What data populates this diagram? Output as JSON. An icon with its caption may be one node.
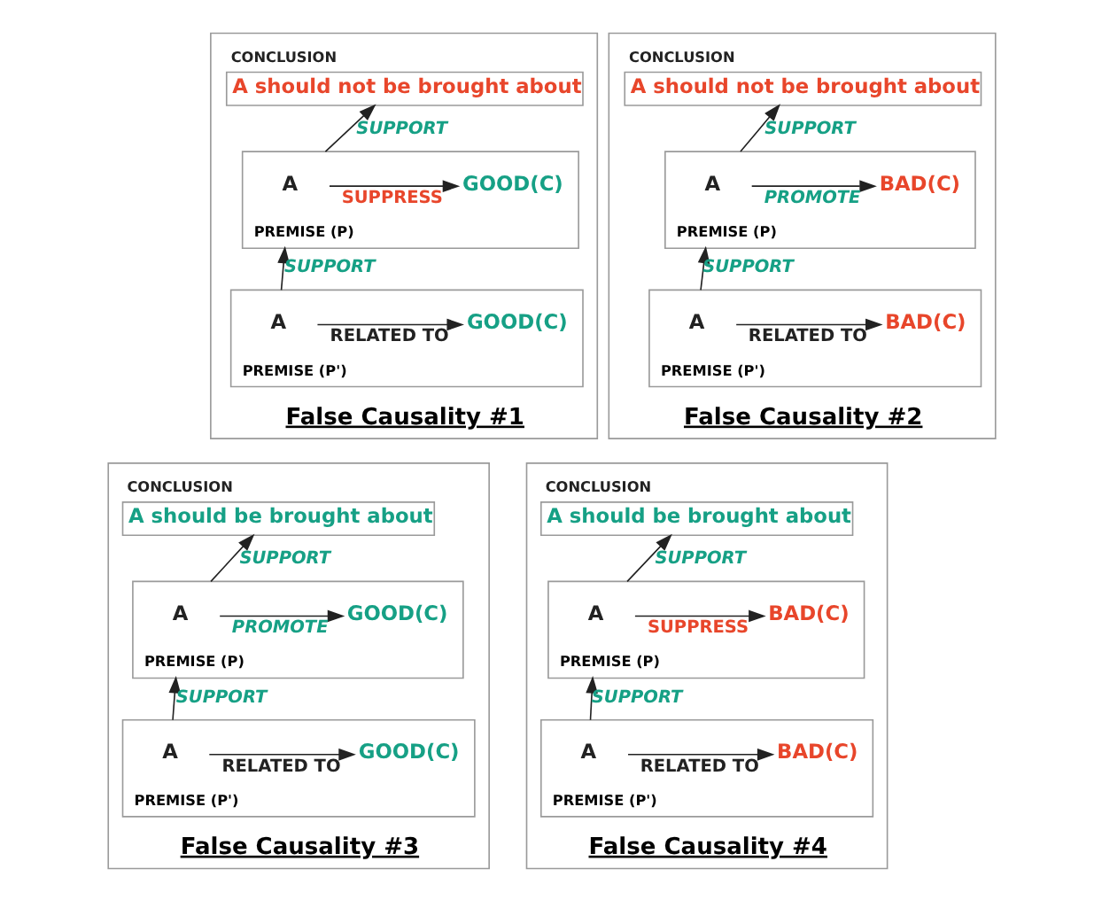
{
  "diagram": {
    "nodes": [
      {
        "text": [
          "False Causality #1"
        ]
      },
      {
        "text": [
          "CONCLUSION",
          "A should not be brought about"
        ],
        "in": 0
      },
      {
        "text": [
          "PREMISE (P)"
        ],
        "in": 0
      },
      {
        "text": [
          "A"
        ],
        "in": 2
      },
      {
        "text": [
          "GOOD(C)"
        ],
        "in": 2
      },
      {
        "text": [
          "PREMISE (P')"
        ],
        "in": 0
      },
      {
        "text": [
          "A"
        ],
        "in": 5
      },
      {
        "text": [
          "GOOD(C)"
        ],
        "in": 5
      },
      {
        "text": [
          "False Causality #2"
        ]
      },
      {
        "text": [
          "CONCLUSION",
          "A should not be brought about"
        ],
        "in": 8
      },
      {
        "text": [
          "PREMISE (P)"
        ],
        "in": 8
      },
      {
        "text": [
          "A"
        ],
        "in": 10
      },
      {
        "text": [
          "BAD(C)"
        ],
        "in": 10
      },
      {
        "text": [
          "PREMISE (P')"
        ],
        "in": 8
      },
      {
        "text": [
          "A"
        ],
        "in": 13
      },
      {
        "text": [
          "BAD(C)"
        ],
        "in": 13
      },
      {
        "text": [
          "False Causality #3"
        ]
      },
      {
        "text": [
          "CONCLUSION",
          "A should be brought about"
        ],
        "in": 16
      },
      {
        "text": [
          "PREMISE (P)"
        ],
        "in": 16
      },
      {
        "text": [
          "A"
        ],
        "in": 18
      },
      {
        "text": [
          "GOOD(C)"
        ],
        "in": 18
      },
      {
        "text": [
          "PREMISE (P')"
        ],
        "in": 16
      },
      {
        "text": [
          "A"
        ],
        "in": 21
      },
      {
        "text": [
          "GOOD(C)"
        ],
        "in": 21
      },
      {
        "text": [
          "False Causality #4"
        ]
      },
      {
        "text": [
          "CONCLUSION",
          "A should be brought about"
        ],
        "in": 24
      },
      {
        "text": [
          "PREMISE (P)"
        ],
        "in": 24
      },
      {
        "text": [
          "A"
        ],
        "in": 26
      },
      {
        "text": [
          "BAD(C)"
        ],
        "in": 26
      },
      {
        "text": [
          "PREMISE (P')"
        ],
        "in": 24
      },
      {
        "text": [
          "A"
        ],
        "in": 29
      },
      {
        "text": [
          "BAD(C)"
        ],
        "in": 29
      }
    ],
    "edges": [
      {
        "from": 2,
        "to": 1,
        "arrow": "to",
        "label": "SUPPORT"
      },
      {
        "from": 3,
        "to": 4,
        "arrow": "to",
        "label": "SUPPRESS"
      },
      {
        "from": 5,
        "to": 2,
        "arrow": "to",
        "label": "SUPPORT"
      },
      {
        "from": 6,
        "to": 7,
        "arrow": "to",
        "label": "RELATED TO"
      },
      {
        "from": 10,
        "to": 9,
        "arrow": "to",
        "label": "SUPPORT"
      },
      {
        "from": 11,
        "to": 12,
        "arrow": "to",
        "label": "PROMOTE"
      },
      {
        "from": 13,
        "to": 10,
        "arrow": "to",
        "label": "SUPPORT"
      },
      {
        "from": 14,
        "to": 15,
        "arrow": "to",
        "label": "RELATED TO"
      },
      {
        "from": 18,
        "to": 17,
        "arrow": "to",
        "label": "SUPPORT"
      },
      {
        "from": 19,
        "to": 20,
        "arrow": "to",
        "label": "PROMOTE"
      },
      {
        "from": 21,
        "to": 18,
        "arrow": "to",
        "label": "SUPPORT"
      },
      {
        "from": 22,
        "to": 23,
        "arrow": "to",
        "label": "RELATED TO"
      },
      {
        "from": 26,
        "to": 25,
        "arrow": "to",
        "label": "SUPPORT"
      },
      {
        "from": 27,
        "to": 28,
        "arrow": "to",
        "label": "SUPPRESS"
      },
      {
        "from": 29,
        "to": 26,
        "arrow": "to",
        "label": "SUPPORT"
      },
      {
        "from": 30,
        "to": 31,
        "arrow": "to",
        "label": "RELATED TO"
      }
    ]
  }
}
